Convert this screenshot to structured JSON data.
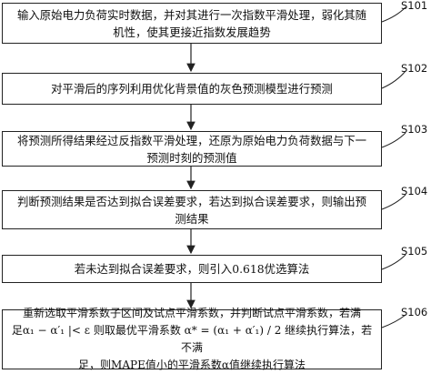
{
  "steps": [
    {
      "id": "S101",
      "lines": [
        "输入原始电力负荷实时数据，并对其进行一次指数平滑处理，弱化其随",
        "机性，使其更接近指数发展趋势"
      ]
    },
    {
      "id": "S102",
      "lines": [
        "对平滑后的序列利用优化背景值的灰色预测模型进行预测"
      ]
    },
    {
      "id": "S103",
      "lines": [
        "将预测所得结果经过反指数平滑处理，还原为原始电力负荷数据与下一",
        "预测时刻的预测值"
      ]
    },
    {
      "id": "S104",
      "lines": [
        "判断预测结果是否达到拟合误差要求，若达到拟合误差要求，则输出预",
        "测结果"
      ]
    },
    {
      "id": "S105",
      "lines": [
        "若未达到拟合误差要求，则引入0.618优选算法"
      ]
    },
    {
      "id": "S106",
      "lines": [
        "重新选取平滑系数子区间及试点平滑系数，并判断试点平滑系数，若满",
        "足α₁ − α′₁ |< ε 则取最优平滑系数 α* = (α₁ + α′₁) / 2 继续执行算法，若不满",
        "足，则MAPE值小的平滑系数α值继续执行算法"
      ]
    }
  ]
}
